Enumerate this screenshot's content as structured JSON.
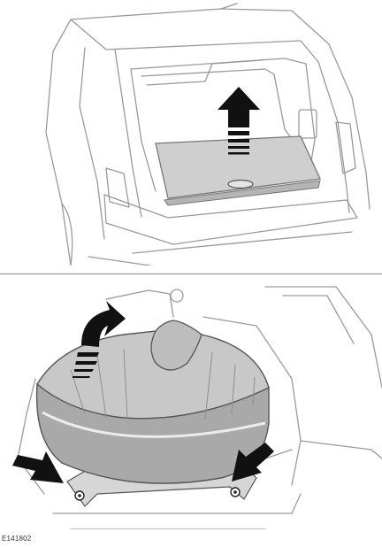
{
  "figure": {
    "reference_code": "E141802",
    "panels": [
      {
        "id": "top",
        "subject": "vehicle-load-space-floor-raise"
      },
      {
        "id": "bottom",
        "subject": "spare-wheel-foam-tray-removal"
      }
    ]
  }
}
